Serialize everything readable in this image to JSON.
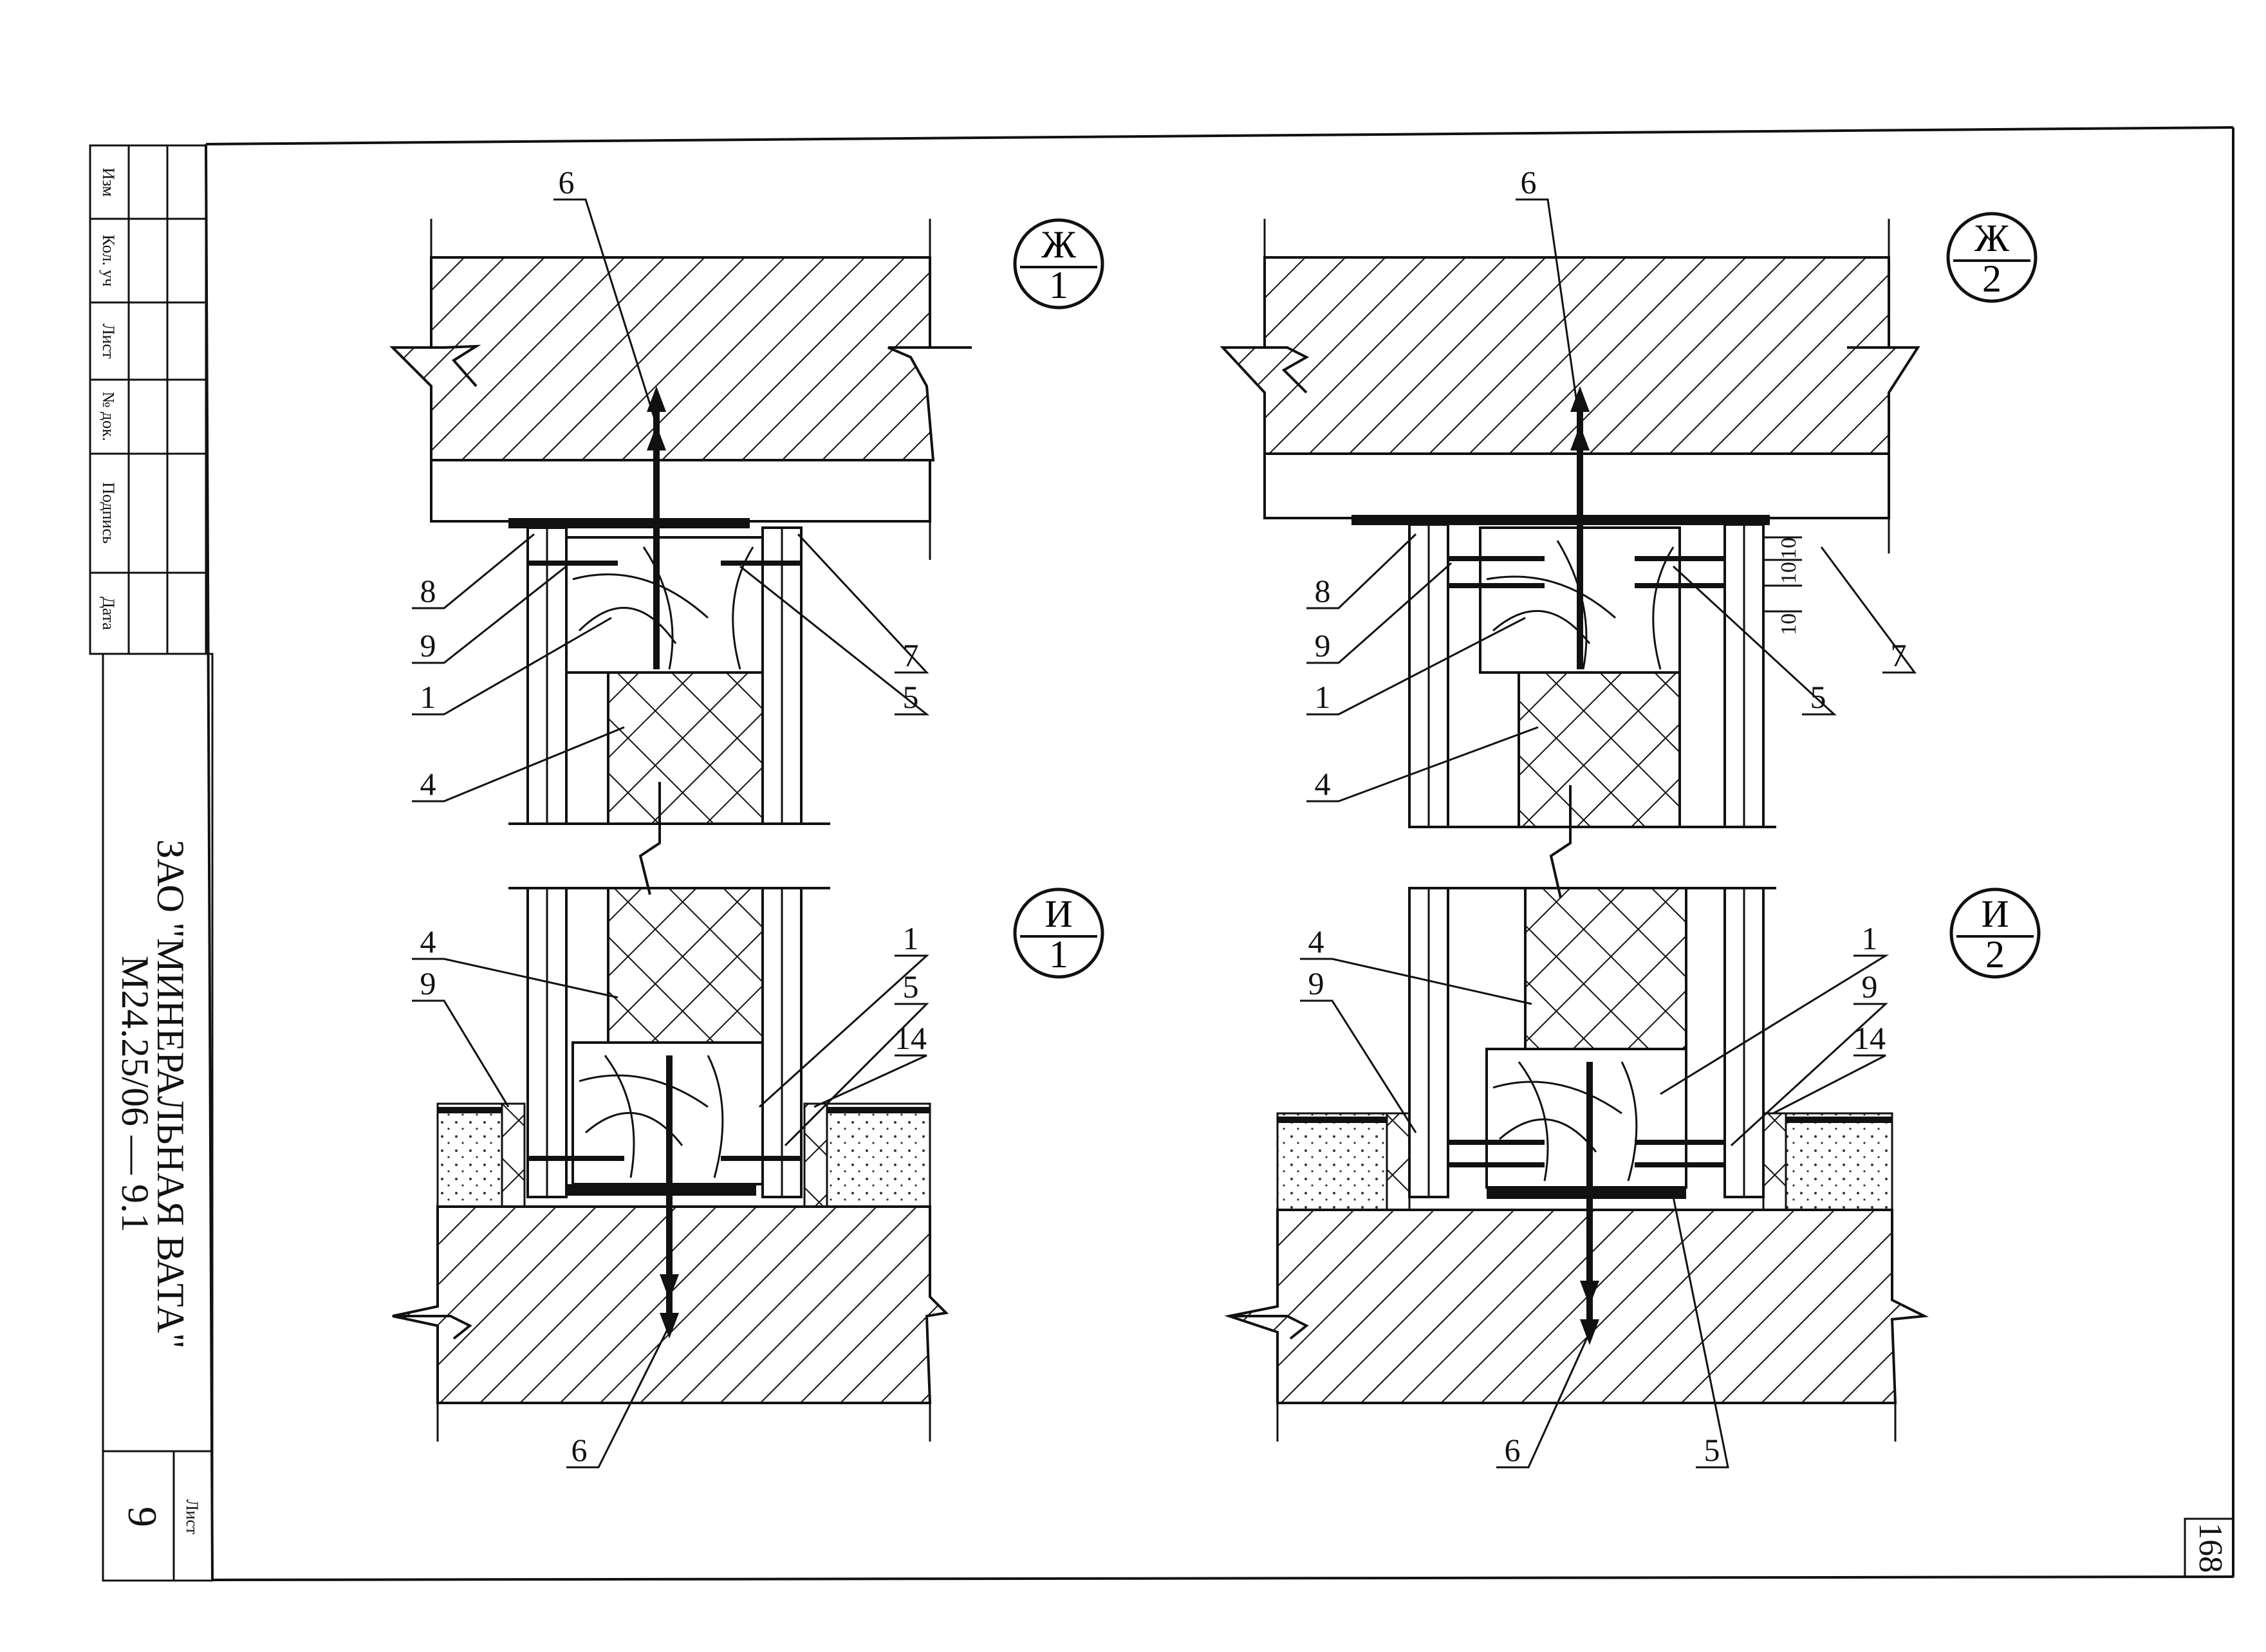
{
  "stamp": {
    "columns": [
      "Изм",
      "Кол. уч",
      "Лист",
      "№ док.",
      "Подпись",
      "Дата"
    ]
  },
  "title_block": {
    "company": "ЗАО \"МИНЕРАЛЬНАЯ ВАТА\"",
    "code": "М24.25/06  —  9.1",
    "sheet_label": "Лист",
    "sheet_number": "9"
  },
  "page_number": "168",
  "details": {
    "zh1": {
      "letter": "Ж",
      "number": "1"
    },
    "zh2": {
      "letter": "Ж",
      "number": "2"
    },
    "i1": {
      "letter": "И",
      "number": "1"
    },
    "i2": {
      "letter": "И",
      "number": "2"
    }
  },
  "callouts": {
    "zh1": {
      "top": "6",
      "c8": "8",
      "c9": "9",
      "c1": "1",
      "c4": "4",
      "c7": "7",
      "c5": "5"
    },
    "zh2": {
      "top": "6",
      "c8": "8",
      "c9": "9",
      "c1": "1",
      "c4": "4",
      "c7": "7",
      "c5": "5"
    },
    "i1": {
      "c4": "4",
      "c9": "9",
      "c1": "1",
      "c5": "5",
      "c14": "14",
      "bottom": "6"
    },
    "i2": {
      "c4": "4",
      "c9a": "9",
      "c1": "1",
      "c9b": "9",
      "c14": "14",
      "bottom6": "6",
      "bottom5": "5"
    }
  },
  "dimensions": {
    "d1": "10",
    "d2": "10",
    "d3": "10"
  }
}
